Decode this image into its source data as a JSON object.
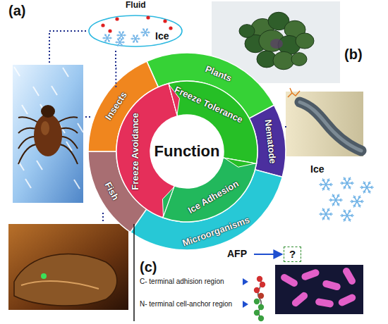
{
  "diagram": {
    "nodes": [
      {
        "text": [
          "Function"
        ]
      },
      {
        "text": [
          "Freeze Avoidance"
        ]
      },
      {
        "text": [
          "Freeze Tolerance"
        ]
      },
      {
        "text": [
          "Ice Adhesion"
        ]
      },
      {
        "text": [
          "Insects"
        ]
      },
      {
        "text": [
          "Plants"
        ]
      },
      {
        "text": [
          "Nematode"
        ]
      },
      {
        "text": [
          "Microorganisms"
        ]
      },
      {
        "text": [
          "Fish"
        ]
      },
      {
        "text": [
          "Fluid",
          "Ice"
        ]
      },
      {
        "text": [
          "?"
        ]
      }
    ],
    "edges": [
      {
        "from": 4,
        "to": 9,
        "arrow": "none"
      }
    ],
    "labels": [
      "(a)",
      "(b)",
      "(c)",
      "Ice",
      "AFP",
      "C- terminal adhision region",
      "N- terminal cell-anchor region"
    ]
  }
}
